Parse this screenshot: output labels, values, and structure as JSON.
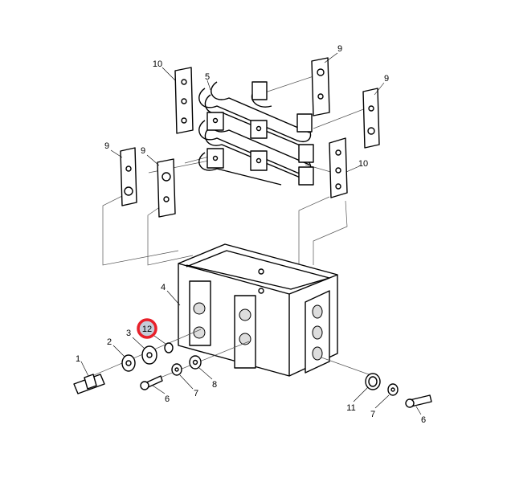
{
  "colors": {
    "highlight_ring": "#e8202a",
    "highlight_fill": "#c5cdd9"
  },
  "callouts": {
    "p10a": "10",
    "p5": "5",
    "p9a": "9",
    "p9b": "9",
    "p9c": "9",
    "p9d": "9",
    "p10b": "10",
    "p4": "4",
    "p12": "12",
    "p3": "3",
    "p2": "2",
    "p1": "1",
    "p6a": "6",
    "p7a": "7",
    "p8": "8",
    "p11": "11",
    "p7b": "7",
    "p6b": "6"
  },
  "selected_callout": "12"
}
